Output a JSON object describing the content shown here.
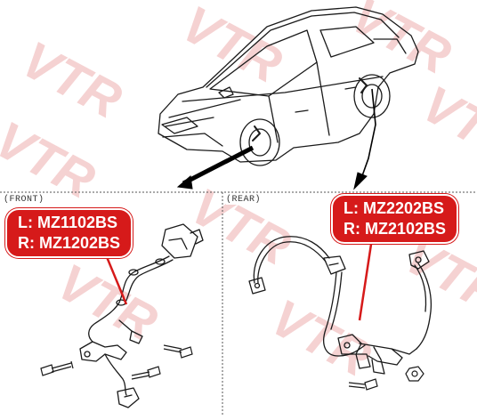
{
  "watermark": {
    "text": "VTR",
    "color": "#e8a0a0"
  },
  "sections": {
    "front_label": "(FRONT)",
    "rear_label": "(REAR)"
  },
  "callouts": {
    "front": {
      "left": "L: MZ1102BS",
      "right": "R: MZ1202BS"
    },
    "rear": {
      "left": "L: MZ2202BS",
      "right": "R: MZ2102BS"
    },
    "color": "#d61a1a"
  },
  "icons": [
    "car-illustration",
    "front-abs-sensor",
    "rear-abs-sensor",
    "bolt-icon"
  ]
}
